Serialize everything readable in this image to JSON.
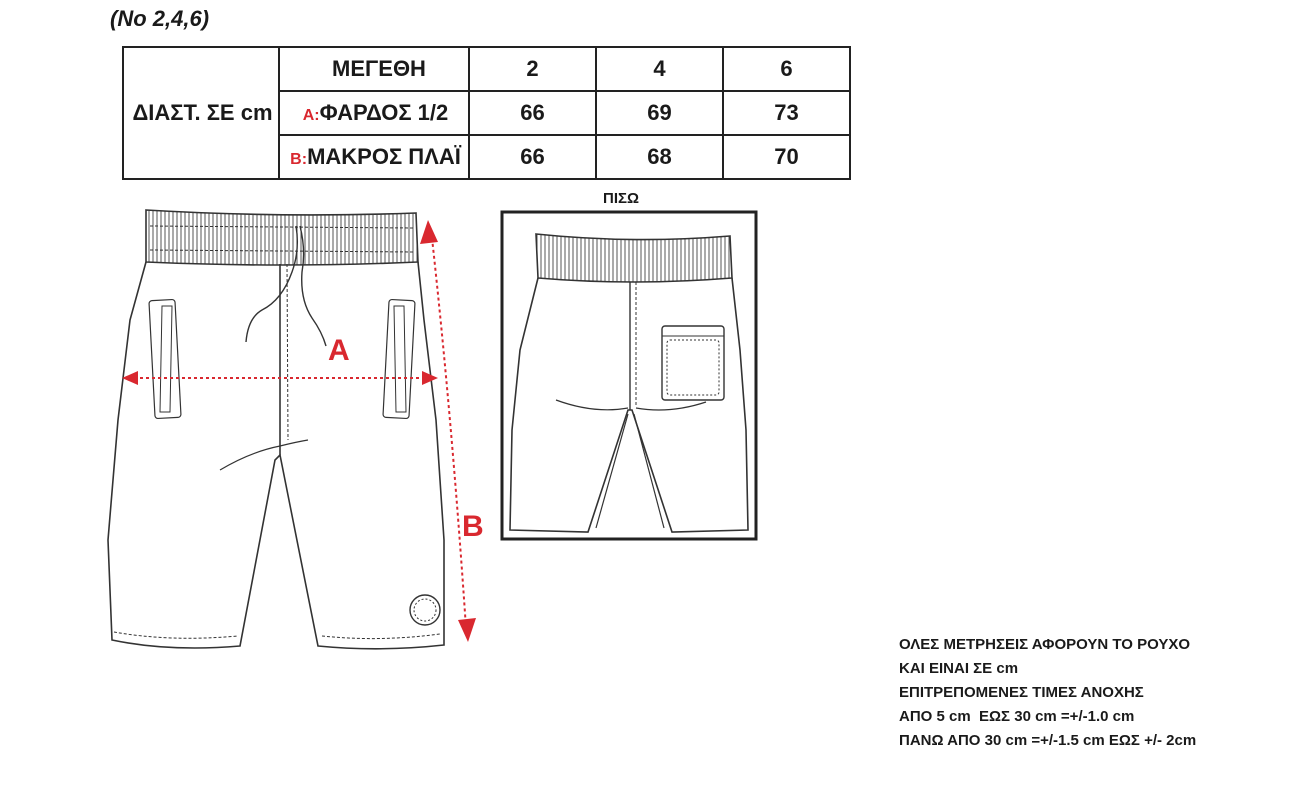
{
  "size_range": "(No 2,4,6)",
  "table": {
    "dimension_label": "ΔΙΑΣΤ. ΣΕ cm",
    "size_header": "ΜΕΓΕΘΗ",
    "sizes": [
      "2",
      "4",
      "6"
    ],
    "rows": [
      {
        "code": "A:",
        "label": "ΦΑΡΔΟΣ 1/2",
        "values": [
          "66",
          "69",
          "73"
        ]
      },
      {
        "code": "B:",
        "label": "ΜΑΚΡΟΣ ΠΛΑΪ",
        "values": [
          "66",
          "68",
          "70"
        ]
      }
    ]
  },
  "back_label": "ΠΙΣΩ",
  "marker_a": "A",
  "marker_b": "B",
  "accent_color": "#d9282f",
  "notes": [
    "ΟΛΕΣ ΜΕΤΡΗΣΕΙΣ ΑΦΟΡΟΥΝ ΤΟ ΡΟΥΧΟ",
    "ΚΑΙ ΕΙΝΑΙ ΣΕ cm",
    "ΕΠΙΤΡΕΠΟΜΕΝΕΣ ΤΙΜΕΣ ΑΝΟΧΗΣ",
    "ΑΠΟ 5 cm  ΕΩΣ 30 cm =+/-1.0 cm",
    "ΠΑΝΩ ΑΠΟ 30 cm =+/-1.5 cm ΕΩΣ +/- 2cm"
  ]
}
